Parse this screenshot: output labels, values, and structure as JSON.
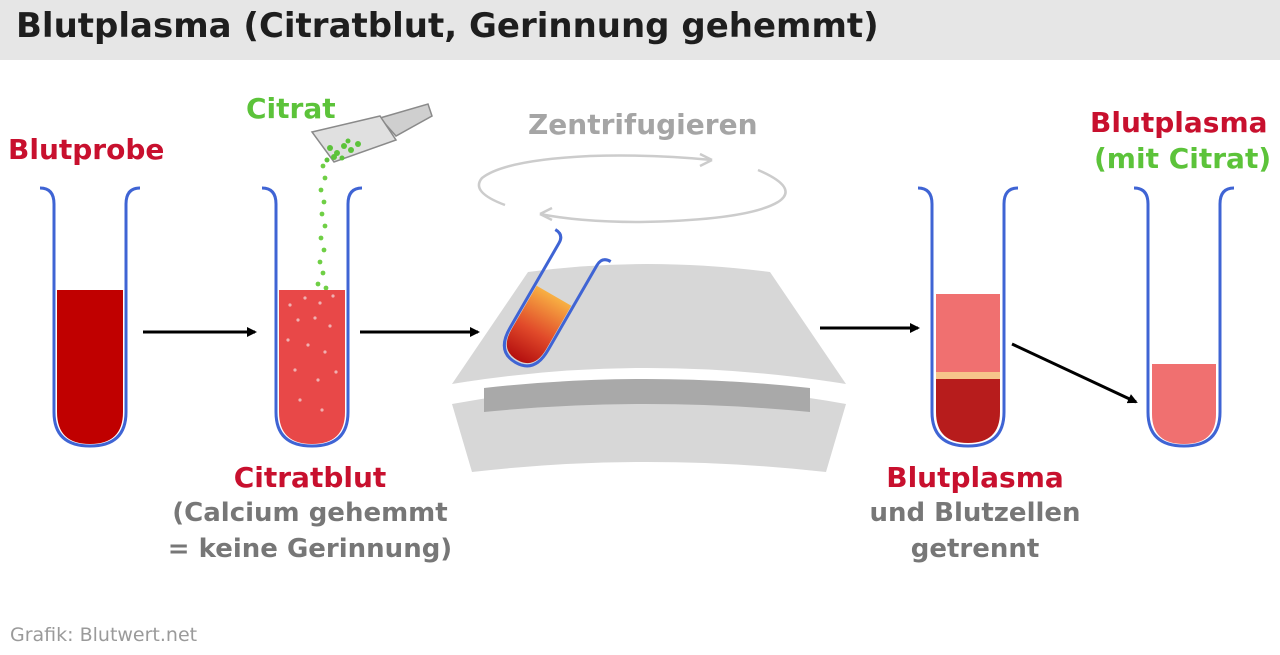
{
  "header": {
    "title": "Blutplasma (Citratblut, Gerinnung gehemmt)"
  },
  "labels": {
    "blood_sample": "Blutprobe",
    "citrate": "Citrat",
    "centrifuge": "Zentrifugieren",
    "citrated_blood": "Citratblut",
    "citrated_blood_note_1": "(Calcium gehemmt",
    "citrated_blood_note_2": "= keine Gerinnung)",
    "separated_1": "Blutplasma",
    "separated_2": "und Blutzellen",
    "separated_3": "getrennt",
    "plasma": "Blutplasma",
    "plasma_note": "(mit Citrat)"
  },
  "footer": {
    "credit": "Grafik: Blutwert.net"
  },
  "colors": {
    "header_bg": "#e6e6e6",
    "dark_red_label": "#c8102e",
    "green_label": "#5cc33a",
    "gray_text": "#a5a5a5",
    "tube_outline": "#3f64d4",
    "whole_blood": "#c00000",
    "citrated_blood": "#e84848",
    "plasma": "#f07070",
    "buffy_coat": "#f7c48a",
    "cells": "#b71c1c",
    "centrifuge_gray": "#d7d7d7"
  }
}
